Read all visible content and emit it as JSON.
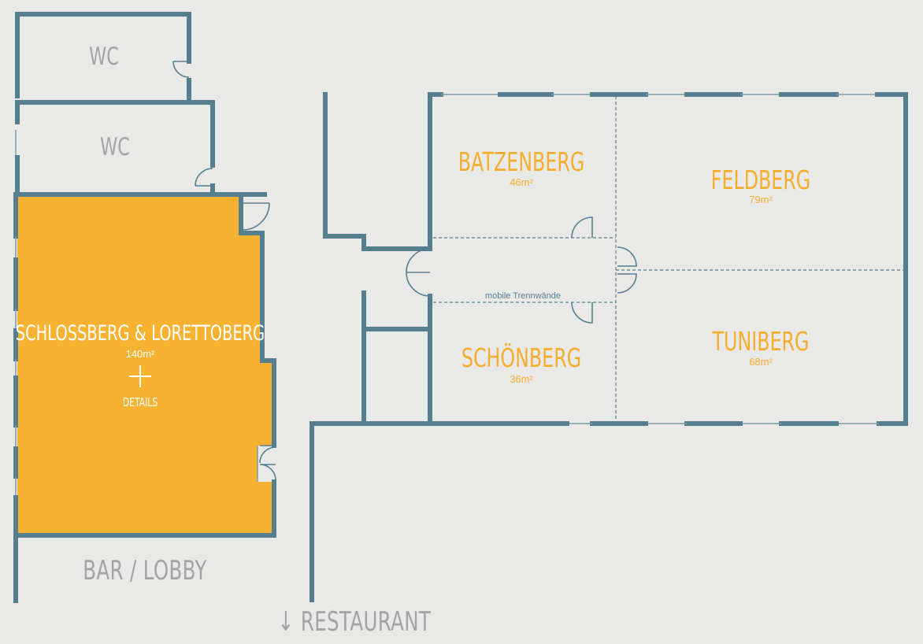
{
  "rooms": {
    "wc_top": {
      "name": "WC"
    },
    "wc_bottom": {
      "name": "WC"
    },
    "schlossberg": {
      "name": "SCHLOSSBERG & LORETTOBERG",
      "area": "140m²",
      "details": "DETAILS"
    },
    "batzenberg": {
      "name": "BATZENBERG",
      "area": "46m²"
    },
    "feldberg": {
      "name": "FELDBERG",
      "area": "79m²"
    },
    "schoenberg": {
      "name": "SCHÖNBERG",
      "area": "36m²"
    },
    "tuniberg": {
      "name": "TUNIBERG",
      "area": "68m²"
    }
  },
  "notes": {
    "partitions": "mobile Trennwände"
  },
  "areas": {
    "bar_lobby": "BAR / LOBBY",
    "restaurant": "↓ RESTAURANT"
  },
  "colors": {
    "background": "#e9e9e8",
    "wall": "#557f8f",
    "highlight": "#f7b231",
    "accent_text": "#f5ad2e",
    "muted_text": "#a3a3a3"
  }
}
